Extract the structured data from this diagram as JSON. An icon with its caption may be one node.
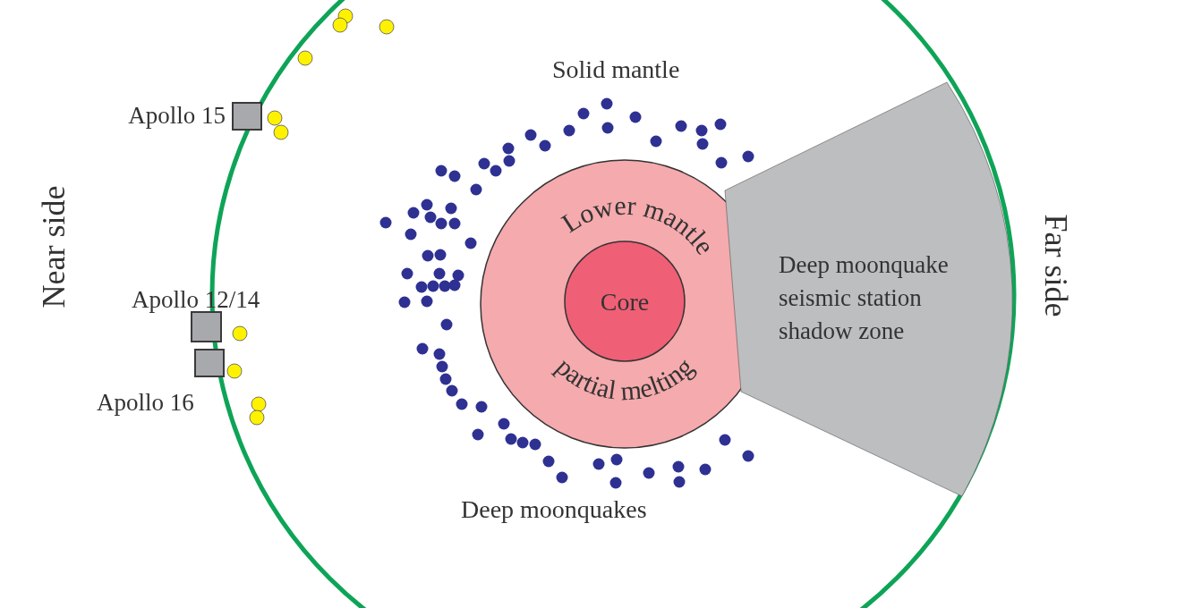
{
  "diagram": {
    "nodes": [
      {
        "text": [],
        "shape": "box",
        "beside": [
          "Apollo 15"
        ]
      },
      {
        "text": [],
        "shape": "box",
        "beside": [
          "Apollo 12/14"
        ]
      },
      {
        "text": [],
        "shape": "box",
        "beside": [
          "Apollo 16"
        ]
      },
      {
        "text": [
          "Lower mantle",
          "partial melting"
        ]
      },
      {
        "text": [
          "Core"
        ],
        "in": 3
      },
      {
        "text": [
          "Deep moonquake seismic station shadow zone"
        ]
      }
    ],
    "labels": [
      "Solid mantle",
      "Near side",
      "Far side",
      "Deep moonquakes"
    ]
  }
}
